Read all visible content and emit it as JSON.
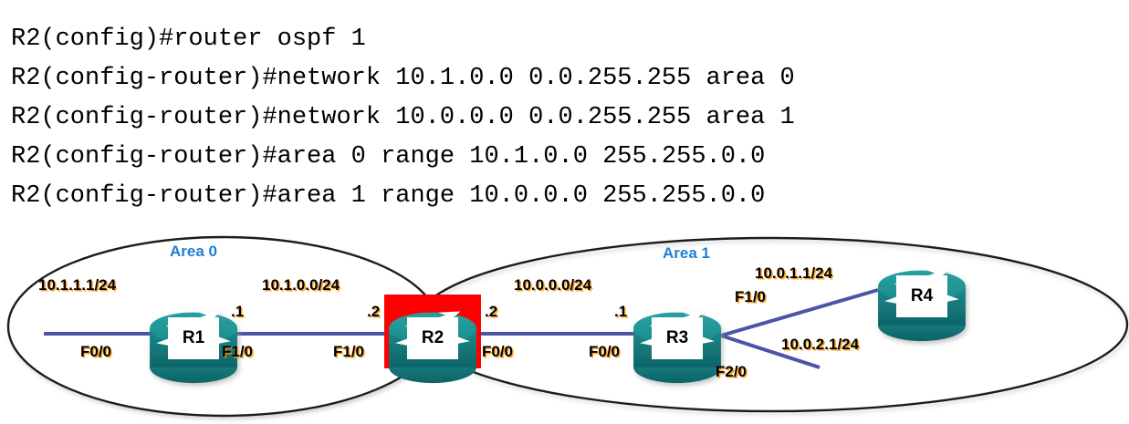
{
  "terminal": {
    "lines": [
      "R2(config)#router ospf 1",
      "R2(config-router)#network 10.1.0.0 0.0.255.255 area 0",
      "R2(config-router)#network 10.0.0.0 0.0.255.255 area 1",
      "R2(config-router)#area 0 range 10.1.0.0 255.255.0.0",
      "R2(config-router)#area 1 range 10.0.0.0 255.255.0.0"
    ]
  },
  "diagram": {
    "areas": [
      {
        "label": "Area 0"
      },
      {
        "label": "Area 1"
      }
    ],
    "routers": [
      {
        "name": "R1",
        "highlighted": false
      },
      {
        "name": "R2",
        "highlighted": true
      },
      {
        "name": "R3",
        "highlighted": false
      },
      {
        "name": "R4",
        "highlighted": false
      }
    ],
    "network_labels": [
      "10.1.1.1/24",
      "10.1.0.0/24",
      "10.0.0.0/24",
      "10.0.1.1/24",
      "10.0.2.1/24"
    ],
    "interface_labels": [
      "F0/0",
      "F1/0",
      "F1/0",
      "F0/0",
      "F0/0",
      "F1/0",
      "F2/0"
    ],
    "octet_labels": [
      ".1",
      ".2",
      ".2",
      ".1"
    ],
    "colors": {
      "router_body": "#1a8c8c",
      "router_shade": "#0f6e72",
      "link_line": "#4a55a8",
      "highlight_box": "#ff0000",
      "area_label": "#1f7fd4",
      "ellipse_stroke": "#1a1a1a",
      "label_text": "#000000",
      "label_shadow": "#ff9600"
    }
  }
}
